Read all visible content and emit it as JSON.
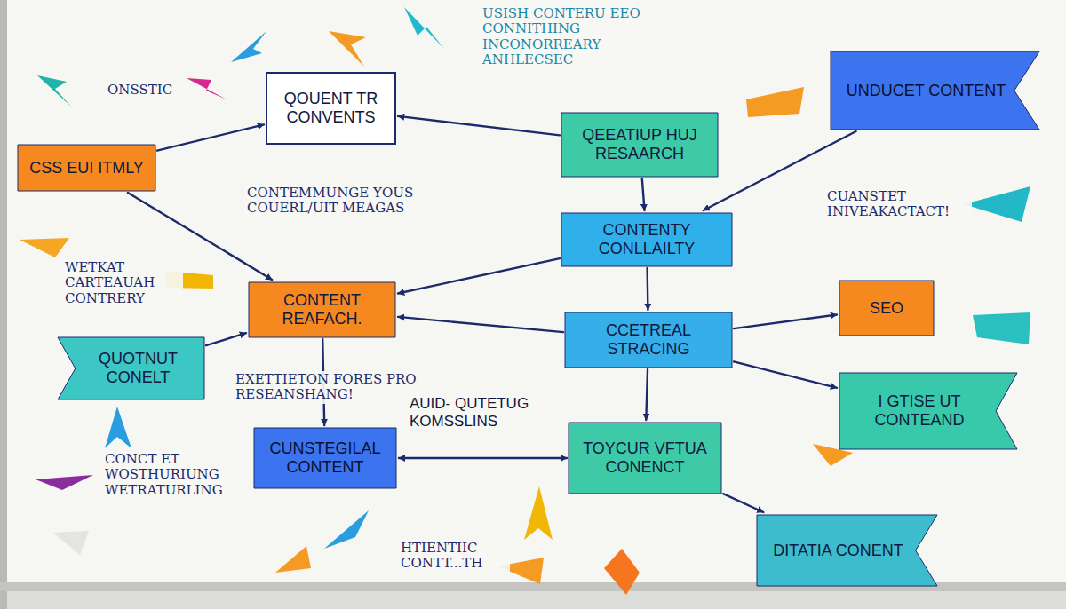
{
  "diagram": {
    "nodes": [
      {
        "text": [
          "CSS EUI ITMLY"
        ]
      },
      {
        "text": [
          "QOUENT TR CONVENTS"
        ]
      },
      {
        "text": [
          "QEEATIUP HUJ RESAARCH"
        ]
      },
      {
        "text": [
          "UNDUCET CONTENT"
        ]
      },
      {
        "text": [
          "CONTENTY CONLLAILTY"
        ]
      },
      {
        "text": [
          "CONTENT REAFACH."
        ]
      },
      {
        "text": [
          "CCETREAL STRACING"
        ]
      },
      {
        "text": [
          "SEO"
        ]
      },
      {
        "text": [
          "QUOTNUT CONELT"
        ]
      },
      {
        "text": [
          "CUNSTEGILAL CONTENT"
        ]
      },
      {
        "text": [
          "TOYCUR VFTUA CONENCT"
        ]
      },
      {
        "text": [
          "I GTISE UT CONTEAND"
        ]
      },
      {
        "text": [
          "DITATIA CONENT"
        ]
      }
    ],
    "edges": [
      {
        "from": 0,
        "to": 1,
        "arrow": "to"
      },
      {
        "from": 2,
        "to": 1,
        "arrow": "to"
      },
      {
        "from": 2,
        "to": 4,
        "arrow": "to"
      },
      {
        "from": 4,
        "to": 6,
        "arrow": "to"
      },
      {
        "from": 6,
        "to": 10,
        "arrow": "to"
      },
      {
        "from": 3,
        "to": 4,
        "arrow": "to"
      },
      {
        "from": 4,
        "to": 5,
        "arrow": "to"
      },
      {
        "from": 6,
        "to": 5,
        "arrow": "to"
      },
      {
        "from": 5,
        "to": 9,
        "arrow": "to"
      },
      {
        "from": 10,
        "to": 9,
        "arrow": "both"
      },
      {
        "from": 6,
        "to": 7,
        "arrow": "to"
      },
      {
        "from": 6,
        "to": 11,
        "arrow": "to"
      },
      {
        "from": 10,
        "to": 12,
        "arrow": "to"
      },
      {
        "from": 8,
        "to": 5,
        "arrow": "to"
      },
      {
        "from": 0,
        "to": 5,
        "arrow": "to"
      }
    ],
    "labels": [
      "USISH CONTERU EEO CONNITHING INCONORREARY ANHLECSEC",
      "ONSSTIC",
      "CONTEMMUNGE YOUS COUERL/UIT MEAGAS",
      "CUANSTET INIVEAKACTACT!",
      "WETKAT CARTEAUAH CONTRERY",
      "EXETTIETON FORES PRO RESEANSHANG!",
      "AUID- QUTETUG KOMSSLINS",
      "CONCT ET WOSTHURIUNG WETRATURLING",
      "HTIENTIIC CONTT...TH"
    ]
  }
}
